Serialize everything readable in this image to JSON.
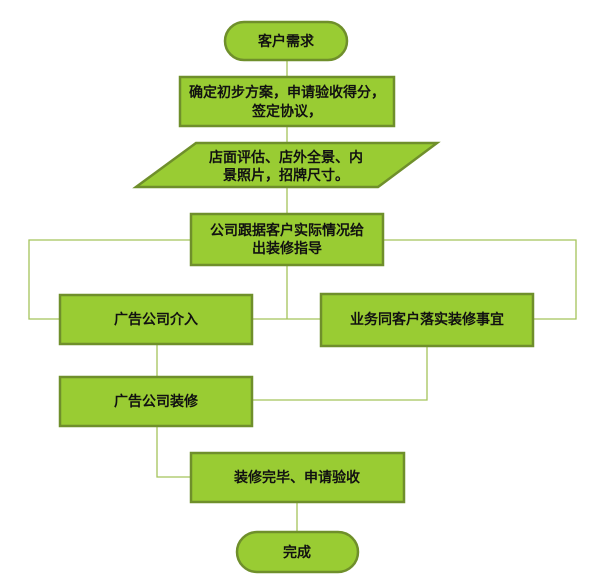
{
  "colors": {
    "node_fill": "#99cc33",
    "node_border": "#6f8f2b",
    "connector": "#a4c45a",
    "text": "#111111"
  },
  "nodes": {
    "customer_demand": {
      "shape": "terminator",
      "lines": [
        "客户需求"
      ]
    },
    "initial_plan": {
      "shape": "process",
      "lines": [
        "确定初步方案，申请验收得分，",
        "签定协议，"
      ]
    },
    "store_assessment": {
      "shape": "data",
      "lines": [
        "店面评估、店外全景、内",
        "景照片，招牌尺寸。"
      ]
    },
    "company_guidance": {
      "shape": "process",
      "lines": [
        "公司跟据客户实际情况给",
        "出装修指导"
      ]
    },
    "ad_company_involved": {
      "shape": "process",
      "lines": [
        "广告公司介入"
      ]
    },
    "sales_confirm": {
      "shape": "process",
      "lines": [
        "业务同客户落实装修事宜"
      ]
    },
    "ad_company_renovation": {
      "shape": "process",
      "lines": [
        "广告公司装修"
      ]
    },
    "renovation_done": {
      "shape": "process",
      "lines": [
        "装修完毕、申请验收"
      ]
    },
    "complete": {
      "shape": "terminator",
      "lines": [
        "完成"
      ]
    }
  }
}
